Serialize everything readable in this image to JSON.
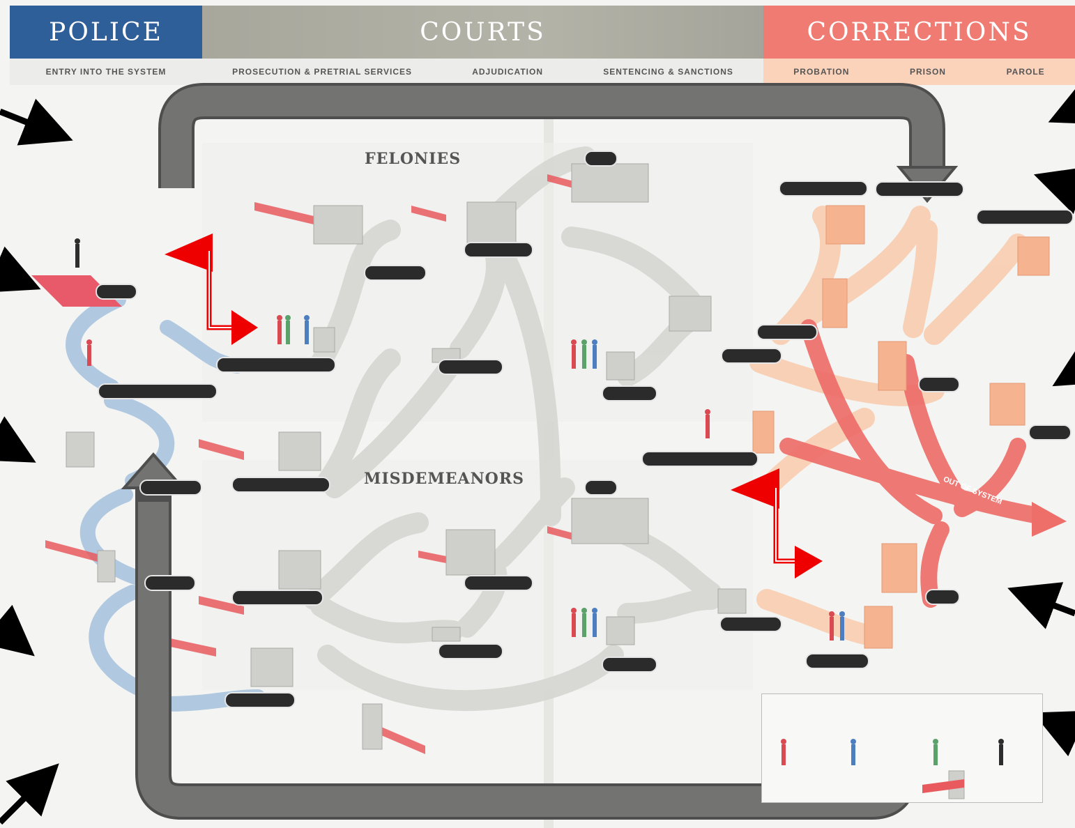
{
  "header": {
    "police": "POLICE",
    "courts": "COURTS",
    "corrections": "CORRECTIONS"
  },
  "subheader": {
    "entry": "ENTRY INTO THE SYSTEM",
    "prosecution": "PROSECUTION & PRETRIAL SERVICES",
    "adjudication": "ADJUDICATION",
    "sentencing": "SENTENCING & SANCTIONS",
    "probation": "PROBATION",
    "prison": "PRISON",
    "parole": "PAROLE"
  },
  "sections": {
    "felonies": "FELONIES",
    "misdemeanors": "MISDEMEANORS"
  },
  "flow_labels": {
    "out_of_system": "OUT OF SYSTEM"
  },
  "colors": {
    "police_band": "#2f5f98",
    "courts_band": "#a7a79c",
    "corrections_band": "#f07b73",
    "corrections_sub": "#fbd2ba",
    "blue_flow": "#a9c4df",
    "grey_flow": "#d7d7d3",
    "peach_flow": "#f8cdb0",
    "red_flow": "#ee6e6a",
    "arrow_grey": "#6e6e6c",
    "marker_red": "#ee0000"
  }
}
